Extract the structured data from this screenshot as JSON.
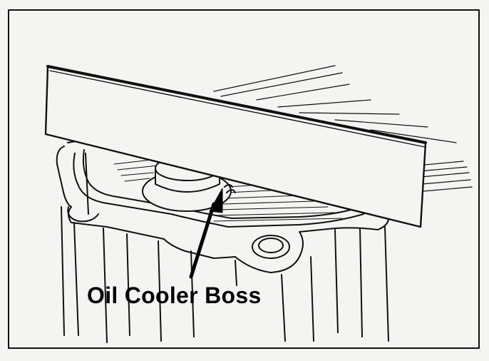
{
  "figure": {
    "label": "Oil Cooler Boss",
    "ink_color": "#111111",
    "paper_color": "#f4f4f2"
  },
  "parts": {
    "straightedge": "straightedge-bar",
    "boss": "oil-cooler-boss",
    "housing": "engine-housing",
    "pointer": "arrow-icon"
  }
}
